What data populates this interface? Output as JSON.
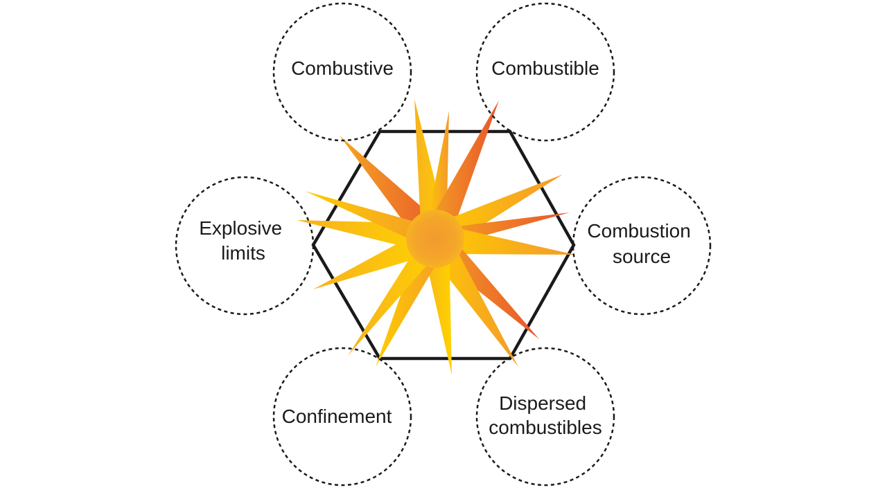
{
  "diagram": {
    "colors": {
      "outline": "#1a1a1a",
      "flame_yellow": "#FFCC00",
      "flame_orange": "#F39A2B",
      "flame_red": "#E8552B"
    },
    "center_icon": "explosion-star-icon",
    "nodes": [
      {
        "id": "combustive",
        "lines": [
          "Combustive"
        ]
      },
      {
        "id": "combustible",
        "lines": [
          "Combustible"
        ]
      },
      {
        "id": "combustion-source",
        "lines": [
          "Combustion",
          "source"
        ]
      },
      {
        "id": "dispersed-combustibles",
        "lines": [
          "Dispersed",
          "combustibles"
        ]
      },
      {
        "id": "confinement",
        "lines": [
          "Confinement"
        ]
      },
      {
        "id": "explosive-limits",
        "lines": [
          "Explosive",
          "limits"
        ]
      }
    ]
  }
}
